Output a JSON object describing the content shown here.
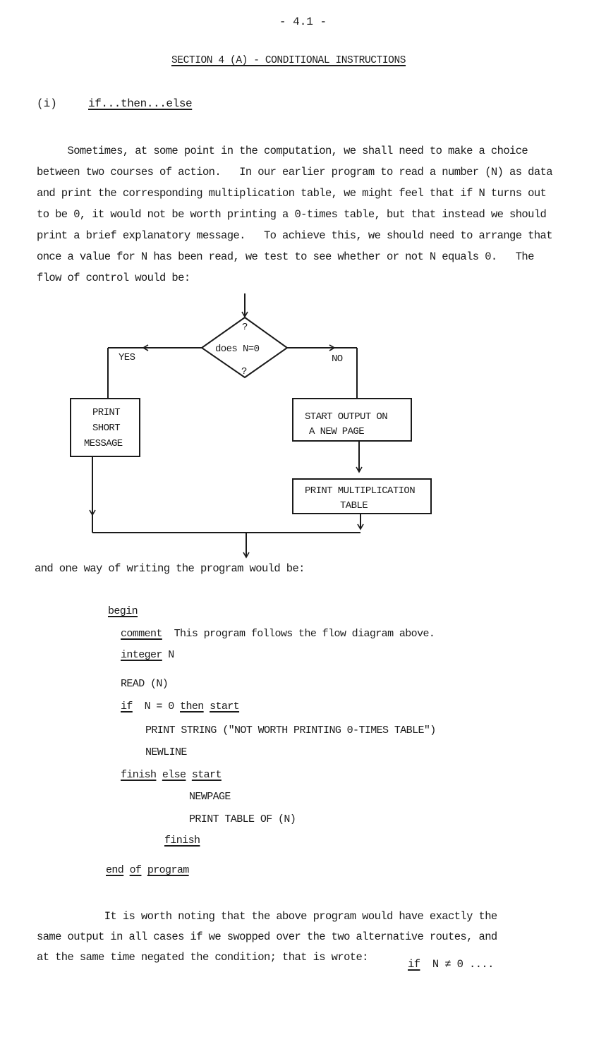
{
  "page_number": "- 4.1 -",
  "section_title": "SECTION 4 (A) - CONDITIONAL INSTRUCTIONS",
  "subsection": {
    "number": "(i)",
    "title": "if...then...else"
  },
  "intro_paragraph": [
    "     Sometimes, at some point in the computation, we shall need to make a choice",
    "between two courses of action.   In our earlier program to read a number (N) as data",
    "and print the corresponding multiplication table, we might feel that if N turns out",
    "to be 0, it would not be worth printing a 0-times table, but that instead we should",
    "print a brief explanatory message.   To achieve this, we should need to arrange that",
    "once a value for N has been read, we test to see whether or not N equals 0.   The",
    "flow of control would be:"
  ],
  "flowchart": {
    "decision": {
      "top_mark": "?",
      "label": "does N=0",
      "bottom_mark": "?"
    },
    "yes_label": "YES",
    "no_label": "NO",
    "yes_box": [
      "PRINT",
      "SHORT",
      "MESSAGE"
    ],
    "no_box_1": [
      "START OUTPUT ON",
      "A NEW PAGE"
    ],
    "no_box_2": [
      "PRINT MULTIPLICATION",
      "TABLE"
    ]
  },
  "transition_text": "and one way of writing the program would be:",
  "program": {
    "begin": "begin",
    "comment_kw": "comment",
    "comment_text": "This program follows the flow diagram above.",
    "integer_kw": "integer",
    "integer_var": "N",
    "read": "READ (N)",
    "if_kw": "if",
    "condition": "N = 0",
    "then_kw": "then",
    "start_kw": "start",
    "print_string": "PRINT STRING (\"NOT WORTH PRINTING 0-TIMES TABLE\")",
    "newline": "NEWLINE",
    "finish_kw": "finish",
    "else_kw": "else",
    "start_kw2": "start",
    "newpage": "NEWPAGE",
    "print_table": "PRINT TABLE OF (N)",
    "finish_kw2": "finish",
    "end_kw": "end",
    "of_kw": "of",
    "program_kw": "program"
  },
  "closing_paragraph": [
    "           It is worth noting that the above program would have exactly the",
    "same output in all cases if we swopped over the two alternative routes, and",
    "at the same time negated the condition; that is wrote:"
  ],
  "closing_code": {
    "if_kw": "if",
    "expr": "N ≠ 0 ...."
  }
}
